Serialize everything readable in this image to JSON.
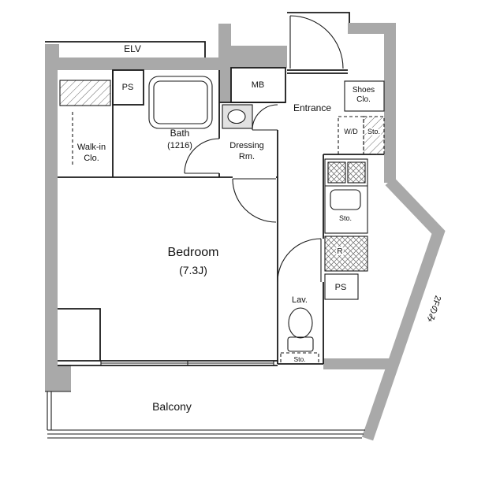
{
  "labels": {
    "elv": "ELV",
    "ps_top": "PS",
    "mb": "MB",
    "entrance": "Entrance",
    "shoes_closet_line1": "Shoes",
    "shoes_closet_line2": "Clo.",
    "washer_dryer": "W/D",
    "storage_entrance": "Sto.",
    "bath_line1": "Bath",
    "bath_line2": "(1216)",
    "dressing_line1": "Dressing",
    "dressing_line2": "Rm.",
    "walk_in_line1": "Walk-in",
    "walk_in_line2": "Clo.",
    "bedroom_line1": "Bedroom",
    "bedroom_line2": "(7.3J)",
    "storage_kitchen": "Sto.",
    "refrigerator": "R",
    "ps_kitchen": "PS",
    "lavatory": "Lav.",
    "storage_lavatory": "Sto.",
    "balcony": "Balcony",
    "floor_note": "2Fのみ"
  },
  "colors": {
    "wall": "#a9a9a9",
    "line": "#1a1a1a",
    "background": "#ffffff"
  }
}
